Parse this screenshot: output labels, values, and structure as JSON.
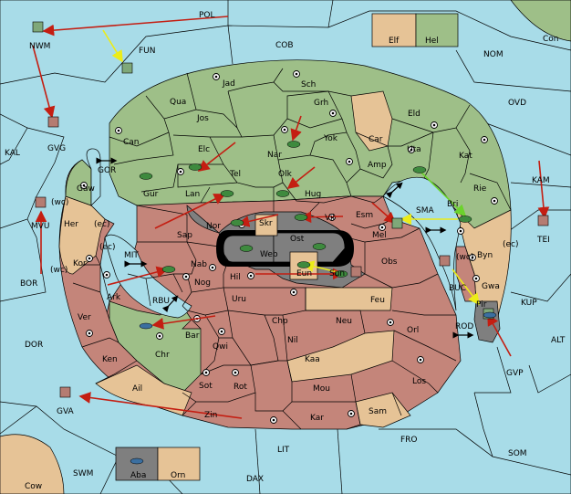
{
  "colors": {
    "sea": "#a8dce8",
    "green": "#9ebf88",
    "red": "#c4857a",
    "tan": "#e6c396",
    "gray": "#7f7f7f",
    "order_red": "#c41e12",
    "order_yellow": "#ecec18",
    "order_green": "#6bd32c"
  },
  "labels": {
    "POL": "POL",
    "NWM": "NWM",
    "FUN": "FUN",
    "COB": "COB",
    "Elf": "Elf",
    "Hel": "Hel",
    "Con": "Con",
    "NOM": "NOM",
    "OVD": "OVD",
    "KAL": "KAL",
    "GVG": "GVG",
    "GOR": "GOR",
    "Gaw": "Gaw",
    "MVU": "MVU",
    "wc1": "(wc)",
    "Her": "Her",
    "ec1": "(ec)",
    "BOR": "BOR",
    "ec2": "(ec)",
    "MIT": "MIT",
    "wc2": "(wc)",
    "Kor": "Kor",
    "Ark": "Ark",
    "RBU": "RBU",
    "Ver": "Ver",
    "DOR": "DOR",
    "Ken": "Ken",
    "Ail": "Ail",
    "GVA": "GVA",
    "Cow": "Cow",
    "SWM": "SWM",
    "DAX": "DAX",
    "LIT": "LIT",
    "Aba": "Aba",
    "Orn": "Orn",
    "Zin": "Zin",
    "Kar": "Kar",
    "Sam": "Sam",
    "FRO": "FRO",
    "SOM": "SOM",
    "GVP": "GVP",
    "ALT": "ALT",
    "KUP": "KUP",
    "ROD": "ROD",
    "Pir": "Pir",
    "Gwa": "Gwa",
    "ec3": "(ec)",
    "Byn": "Byn",
    "BUC": "BUC",
    "wc3": "(wc)",
    "TEI": "TEI",
    "KAM": "KAM",
    "Rie": "Rie",
    "Kat": "Kat",
    "Uta": "Uta",
    "Eld": "Eld",
    "Car": "Car",
    "Amp": "Amp",
    "Bri": "Bri",
    "SMA": "SMA",
    "Esm": "Esm",
    "Mel": "Mel",
    "Obs": "Obs",
    "Orl": "Orl",
    "Los": "Los",
    "Mou": "Mou",
    "Kaa": "Kaa",
    "Nil": "Nil",
    "Neu": "Neu",
    "Feu": "Feu",
    "Chp": "Chp",
    "Uru": "Uru",
    "Hil": "Hil",
    "Eun": "Eun",
    "Sun": "Sun",
    "Ost": "Ost",
    "Web": "Web",
    "Skr": "Skr",
    "Vil": "Vil",
    "Hug": "Hug",
    "Olk": "Olk",
    "Nar": "Nar",
    "Yok": "Yok",
    "Grh": "Grh",
    "Sch": "Sch",
    "Jad": "Jad",
    "Qua": "Qua",
    "Jos": "Jos",
    "Can": "Can",
    "Elc": "Elc",
    "Tel": "Tel",
    "Gur": "Gur",
    "Lan": "Lan",
    "Nor": "Nor",
    "Sap": "Sap",
    "Nab": "Nab",
    "Nog": "Nog",
    "Bar": "Bar",
    "Qwi": "Qwi",
    "Chr": "Chr",
    "Sot": "Sot",
    "Rot": "Rot"
  }
}
